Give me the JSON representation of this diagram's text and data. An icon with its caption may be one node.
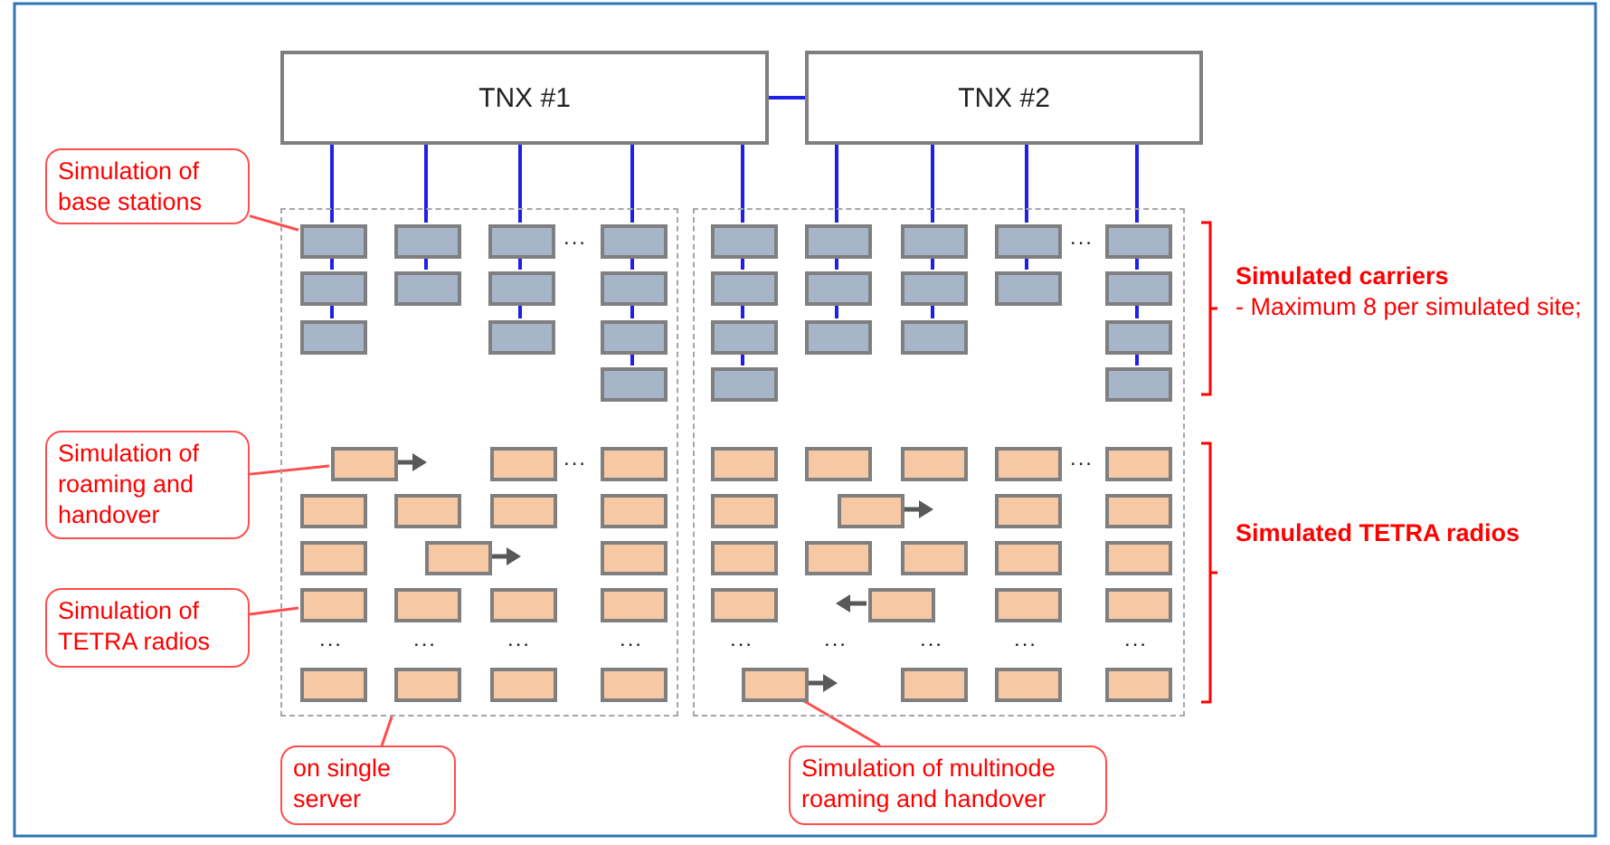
{
  "diagram": {
    "nodes": [
      {
        "text": [
          "TNX #1"
        ]
      },
      {
        "text": [
          "TNX #2"
        ]
      },
      {
        "text": [
          "Simulation of base stations"
        ]
      },
      {
        "text": [],
        "shape": "box"
      },
      {
        "text": [],
        "shape": "box",
        "in": 3
      },
      {
        "text": [],
        "shape": "box",
        "in": 3
      },
      {
        "text": [],
        "shape": "box",
        "in": 3
      },
      {
        "text": [],
        "shape": "box",
        "in": 3
      },
      {
        "text": [],
        "shape": "box",
        "in": 3
      },
      {
        "text": [],
        "shape": "box",
        "in": 3
      },
      {
        "text": [],
        "shape": "box",
        "in": 3
      },
      {
        "text": [],
        "shape": "box",
        "in": 3
      },
      {
        "text": [],
        "shape": "box",
        "in": 3
      },
      {
        "text": [],
        "shape": "box",
        "in": 3
      },
      {
        "text": [],
        "shape": "box",
        "in": 3
      },
      {
        "text": [],
        "shape": "box",
        "in": 3
      },
      {
        "text": [],
        "shape": "box"
      },
      {
        "text": [],
        "shape": "box",
        "in": 16
      },
      {
        "text": [],
        "shape": "box",
        "in": 16
      },
      {
        "text": [],
        "shape": "box",
        "in": 16
      },
      {
        "text": [],
        "shape": "box",
        "in": 16
      },
      {
        "text": [],
        "shape": "box",
        "in": 16
      },
      {
        "text": [],
        "shape": "box",
        "in": 16
      },
      {
        "text": [],
        "shape": "box",
        "in": 16
      },
      {
        "text": [],
        "shape": "box",
        "in": 16
      },
      {
        "text": [],
        "shape": "box",
        "in": 16
      },
      {
        "text": [],
        "shape": "box",
        "in": 16
      },
      {
        "text": [],
        "shape": "box",
        "in": 16
      },
      {
        "text": [],
        "shape": "box",
        "in": 16
      },
      {
        "text": [],
        "shape": "box",
        "in": 16
      },
      {
        "text": [],
        "shape": "box",
        "in": 16
      },
      {
        "text": [],
        "shape": "box",
        "in": 16
      },
      {
        "text": [],
        "shape": "box",
        "in": 16
      },
      {
        "text": [
          "Simulation of roaming and handover"
        ]
      },
      {
        "text": [
          "Simulation of TETRA radios"
        ]
      },
      {
        "text": [],
        "shape": "box",
        "in": 3
      },
      {
        "text": [],
        "shape": "box",
        "in": 3
      },
      {
        "text": [],
        "shape": "box",
        "in": 3
      },
      {
        "text": [],
        "shape": "box",
        "in": 3
      },
      {
        "text": [],
        "shape": "box",
        "in": 3
      },
      {
        "text": [],
        "shape": "box",
        "in": 3
      },
      {
        "text": [],
        "shape": "box",
        "in": 3
      },
      {
        "text": [],
        "shape": "box",
        "in": 3
      },
      {
        "text": [],
        "shape": "box",
        "in": 3
      },
      {
        "text": [],
        "shape": "box",
        "in": 3
      },
      {
        "text": [],
        "shape": "box",
        "in": 3
      },
      {
        "text": [],
        "shape": "box",
        "in": 3
      },
      {
        "text": [],
        "shape": "box",
        "in": 3
      },
      {
        "text": [],
        "shape": "box",
        "in": 3
      },
      {
        "text": [],
        "shape": "box",
        "in": 3
      },
      {
        "text": [],
        "shape": "box",
        "in": 3
      },
      {
        "text": [],
        "shape": "box",
        "in": 3
      },
      {
        "text": [],
        "shape": "box",
        "in": 3
      },
      {
        "text": [],
        "shape": "box",
        "in": 16
      },
      {
        "text": [],
        "shape": "box",
        "in": 16
      },
      {
        "text": [],
        "shape": "box",
        "in": 16
      },
      {
        "text": [],
        "shape": "box",
        "in": 16
      },
      {
        "text": [],
        "shape": "box",
        "in": 16
      },
      {
        "text": [],
        "shape": "box",
        "in": 16
      },
      {
        "text": [],
        "shape": "box",
        "in": 16
      },
      {
        "text": [],
        "shape": "box",
        "in": 16
      },
      {
        "text": [],
        "shape": "box",
        "in": 16
      },
      {
        "text": [],
        "shape": "box",
        "in": 16
      },
      {
        "text": [],
        "shape": "box",
        "in": 16
      },
      {
        "text": [],
        "shape": "box",
        "in": 16
      },
      {
        "text": [],
        "shape": "box",
        "in": 16
      },
      {
        "text": [],
        "shape": "box",
        "in": 16
      },
      {
        "text": [],
        "shape": "box",
        "in": 16
      },
      {
        "text": [],
        "shape": "box",
        "in": 16
      },
      {
        "text": [],
        "shape": "box",
        "in": 16
      },
      {
        "text": [],
        "shape": "box",
        "in": 16
      },
      {
        "text": [],
        "shape": "box",
        "in": 16
      },
      {
        "text": [],
        "shape": "box",
        "in": 16
      },
      {
        "text": [],
        "shape": "box",
        "in": 16
      },
      {
        "text": [],
        "shape": "box",
        "in": 16
      },
      {
        "text": [
          "on single server"
        ]
      },
      {
        "text": [
          "Simulation of multinode roaming and handover"
        ]
      }
    ],
    "edges": [
      {
        "from": 0,
        "to": 1,
        "arrow": "none"
      },
      {
        "from": 0,
        "to": 4,
        "arrow": "none"
      },
      {
        "from": 0,
        "to": 5,
        "arrow": "none"
      },
      {
        "from": 0,
        "to": 6,
        "arrow": "none"
      },
      {
        "from": 0,
        "to": 7,
        "arrow": "none"
      },
      {
        "from": 0,
        "to": 17,
        "arrow": "none"
      },
      {
        "from": 1,
        "to": 18,
        "arrow": "none"
      },
      {
        "from": 1,
        "to": 19,
        "arrow": "none"
      },
      {
        "from": 1,
        "to": 20,
        "arrow": "none"
      },
      {
        "from": 1,
        "to": 21,
        "arrow": "none"
      },
      {
        "from": 4,
        "to": 8,
        "arrow": "none"
      },
      {
        "from": 8,
        "to": 12,
        "arrow": "none"
      },
      {
        "from": 5,
        "to": 9,
        "arrow": "none"
      },
      {
        "from": 6,
        "to": 10,
        "arrow": "none"
      },
      {
        "from": 10,
        "to": 13,
        "arrow": "none"
      },
      {
        "from": 7,
        "to": 11,
        "arrow": "none"
      },
      {
        "from": 11,
        "to": 14,
        "arrow": "none"
      },
      {
        "from": 14,
        "to": 15,
        "arrow": "none"
      },
      {
        "from": 17,
        "to": 22,
        "arrow": "none"
      },
      {
        "from": 22,
        "to": 27,
        "arrow": "none"
      },
      {
        "from": 27,
        "to": 31,
        "arrow": "none"
      },
      {
        "from": 18,
        "to": 23,
        "arrow": "none"
      },
      {
        "from": 23,
        "to": 28,
        "arrow": "none"
      },
      {
        "from": 19,
        "to": 24,
        "arrow": "none"
      },
      {
        "from": 24,
        "to": 29,
        "arrow": "none"
      },
      {
        "from": 20,
        "to": 25,
        "arrow": "none"
      },
      {
        "from": 21,
        "to": 26,
        "arrow": "none"
      },
      {
        "from": 26,
        "to": 30,
        "arrow": "none"
      },
      {
        "from": 30,
        "to": 32,
        "arrow": "none"
      },
      {
        "from": 2,
        "to": 4,
        "arrow": "none",
        "color": "#ff4d4d"
      },
      {
        "from": 33,
        "to": 35,
        "arrow": "none",
        "color": "#ff4d4d"
      },
      {
        "from": 34,
        "to": 45,
        "arrow": "none",
        "color": "#ff4d4d"
      },
      {
        "from": 75,
        "to": 3,
        "arrow": "none",
        "color": "#ff4d4d"
      },
      {
        "from": 76,
        "to": 71,
        "arrow": "none",
        "color": "#ff4d4d"
      }
    ],
    "labels": [
      "...",
      "...",
      "Simulated carriers",
      "- Maximum 8 per simulated site;",
      "...",
      "...",
      "Simulated TETRA radios",
      "...",
      "...",
      "...",
      "...",
      "...",
      "...",
      "...",
      "...",
      "..."
    ]
  }
}
